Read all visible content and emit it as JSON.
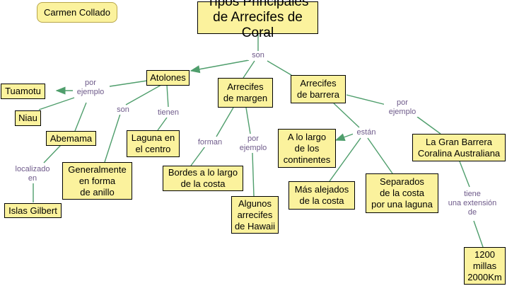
{
  "author": "Carmen Collado",
  "title": "Tipos Principales\nde Arrecifes de Coral",
  "colors": {
    "node_fill": "#fbf29d",
    "link_color": "#4f9e6c",
    "label_color": "#6e5a8a"
  },
  "nodes": {
    "atolones": "Atolones",
    "arrecifes_margen": "Arrecifes\nde margen",
    "arrecifes_barrera": "Arrecifes\nde barrera",
    "tuamotu": "Tuamotu",
    "niau": "Niau",
    "abemama": "Abemama",
    "islas_gilbert": "Islas Gilbert",
    "anillo": "Generalmente\nen forma\nde anillo",
    "laguna_centro": "Laguna en\nel centro",
    "bordes": "Bordes a lo largo\nde la costa",
    "hawaii": "Algunos\narrecifes\nde Hawaii",
    "largo_continentes": "A lo largo\nde los\ncontinentes",
    "alejados": "Más alejados\nde la costa",
    "separados": "Separados\nde la costa\npor una laguna",
    "gran_barrera": "La Gran Barrera\nCoralina Australiana",
    "millas": "1200\nmillas\n2000Km"
  },
  "labels": {
    "son_main": "son",
    "por_ejemplo_1": "por\nejemplo",
    "son_atolones": "son",
    "tienen": "tienen",
    "localizado_en": "localizado\nen",
    "forman": "forman",
    "por_ejemplo_2": "por\nejemplo",
    "estan": "están",
    "por_ejemplo_3": "por\nejemplo",
    "tiene_extension": "tiene\nuna extensión\nde"
  }
}
